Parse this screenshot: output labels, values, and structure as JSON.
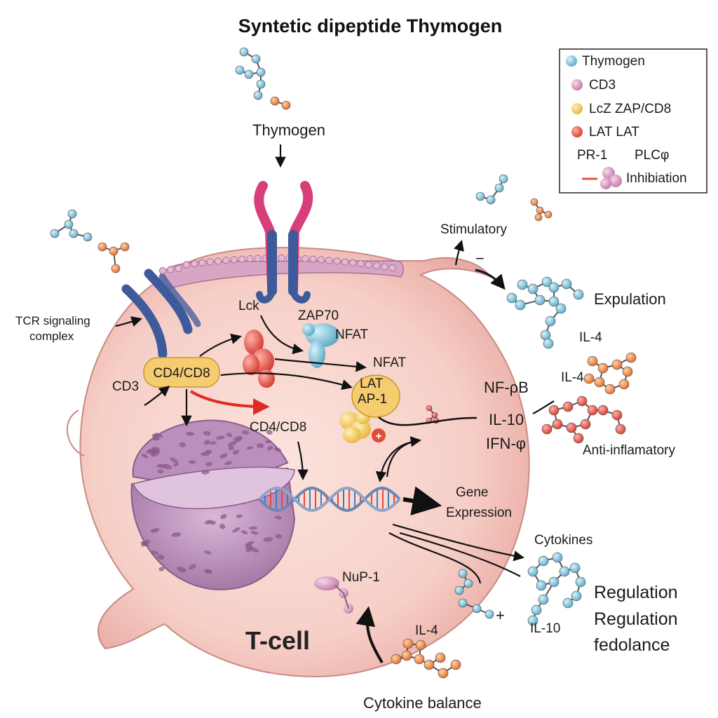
{
  "title": "Syntetic dipeptide Thymogen",
  "legend": {
    "items": [
      {
        "label": "Thymogen",
        "color": "#7ac6dd"
      },
      {
        "label": "CD3",
        "color": "#d9a3c4"
      },
      {
        "label": "LcZ ZAP/CD8",
        "color": "#f0c15a"
      },
      {
        "label": "LAT  LAT",
        "color": "#e0534a"
      }
    ],
    "pr1_label": "PR-1",
    "plc_label": "PLCφ",
    "inhibition_label": "Inhibiation",
    "inhibition_color": "#e0534a"
  },
  "labels": {
    "thymogen_top": "Thymogen",
    "tcr_line1": "TCR signaling",
    "tcr_line2": "complex",
    "cd3": "CD3",
    "cd4cd8_box": "CD4/CD8",
    "lck": "Lck",
    "zap70": "ZAP70",
    "nfat_a": "NFAT",
    "nfat_b": "NFAT",
    "lat": "LAT",
    "ap1": "AP-1",
    "cd4cd8_mid": "CD4/CD8",
    "nfkb": "NF-ρB",
    "il10_mid": "IL-10",
    "ifn": "IFN-φ",
    "stimulatory": "Stimulatory",
    "minus": "−",
    "expulation": "Expulation",
    "il4_right1": "IL-4",
    "il4_right2": "IL-4",
    "anti_inflammatory": "Anti-inflamatory",
    "gene_line1": "Gene",
    "gene_line2": "Expression",
    "cytokines": "Cytokines",
    "regulation1": "Regulation",
    "regulation2": "Regulation",
    "fedolance": "fedolance",
    "il10_bottom": "IL-10",
    "nup1": "NuP-1",
    "il4_bottom": "IL-4",
    "tcell": "T-cell",
    "cytokine_balance": "Cytokine balance",
    "plus": "+"
  }
}
